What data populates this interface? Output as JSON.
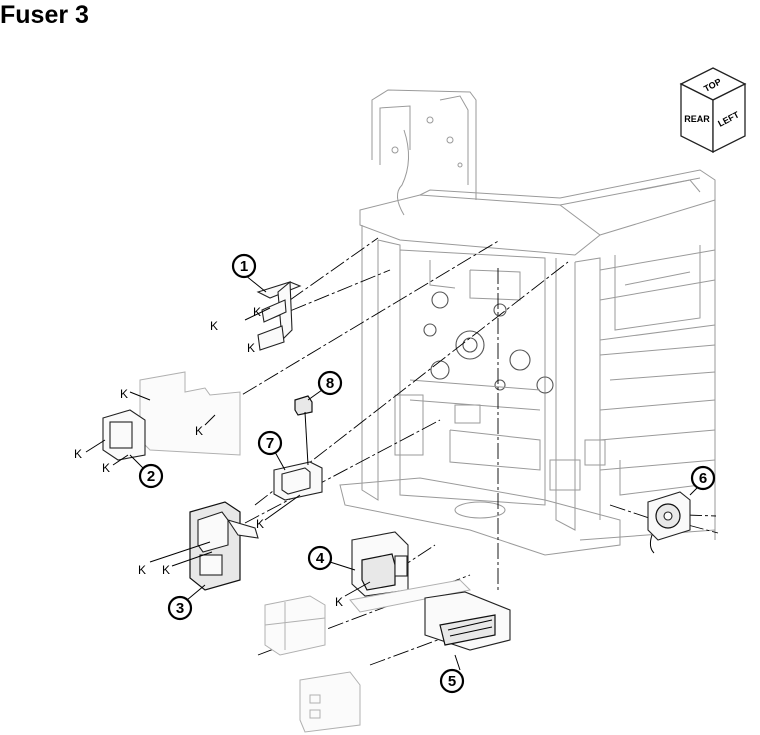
{
  "title": "Fuser 3",
  "orientation_cube": {
    "top": "TOP",
    "rear": "REAR",
    "left": "LEFT"
  },
  "callouts": [
    "1",
    "2",
    "3",
    "4",
    "5",
    "6",
    "7",
    "8"
  ],
  "k_label": "K"
}
